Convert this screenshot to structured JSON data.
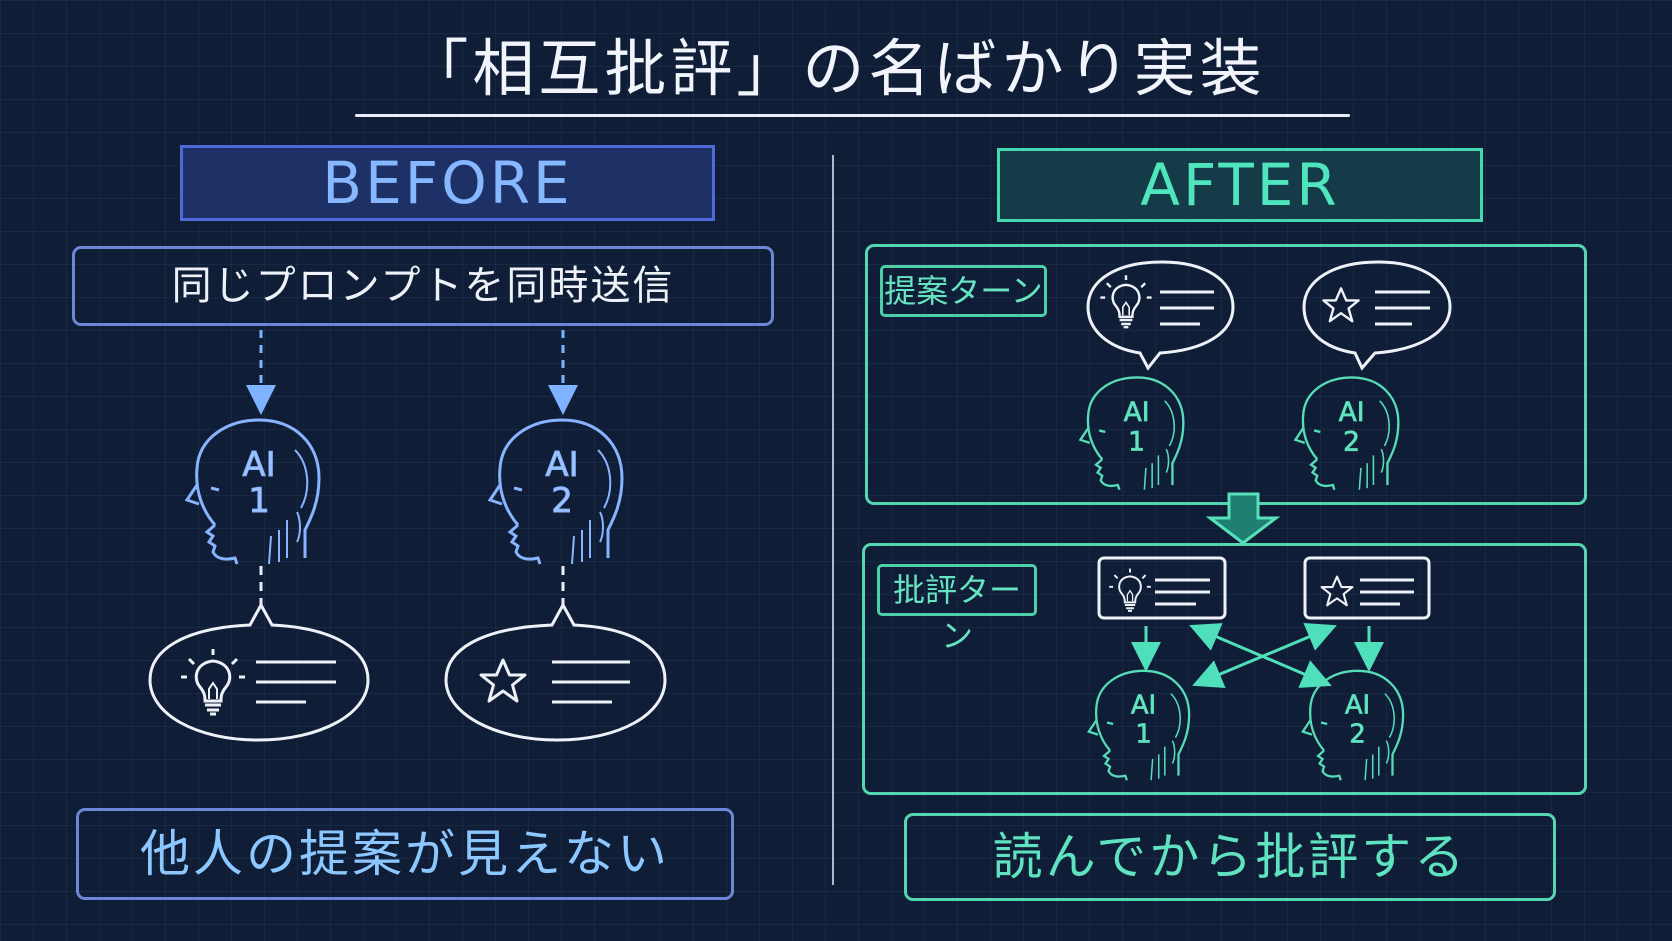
{
  "title": "「相互批評」の名ばかり実装",
  "before": {
    "header": "BEFORE",
    "instruction": "同じプロンプトを同時送信",
    "ai_heads": [
      {
        "line1": "AI",
        "line2": "1"
      },
      {
        "line1": "AI",
        "line2": "2"
      }
    ],
    "bubble_icons": [
      "lightbulb-icon",
      "star-icon"
    ],
    "caption": "他人の提案が見えない"
  },
  "after": {
    "header": "AFTER",
    "proposal_turn": {
      "label": "提案ターン",
      "ai_heads": [
        {
          "line1": "AI",
          "line2": "1"
        },
        {
          "line1": "AI",
          "line2": "2"
        }
      ]
    },
    "critique_turn": {
      "label": "批評ターン",
      "ai_heads": [
        {
          "line1": "AI",
          "line2": "1"
        },
        {
          "line1": "AI",
          "line2": "2"
        }
      ]
    },
    "caption": "読んでから批評する"
  },
  "colors": {
    "background": "#0f1e36",
    "before_accent": "#86b7ff",
    "after_accent": "#4fe6bd",
    "chalk_white": "#eef2f8"
  }
}
